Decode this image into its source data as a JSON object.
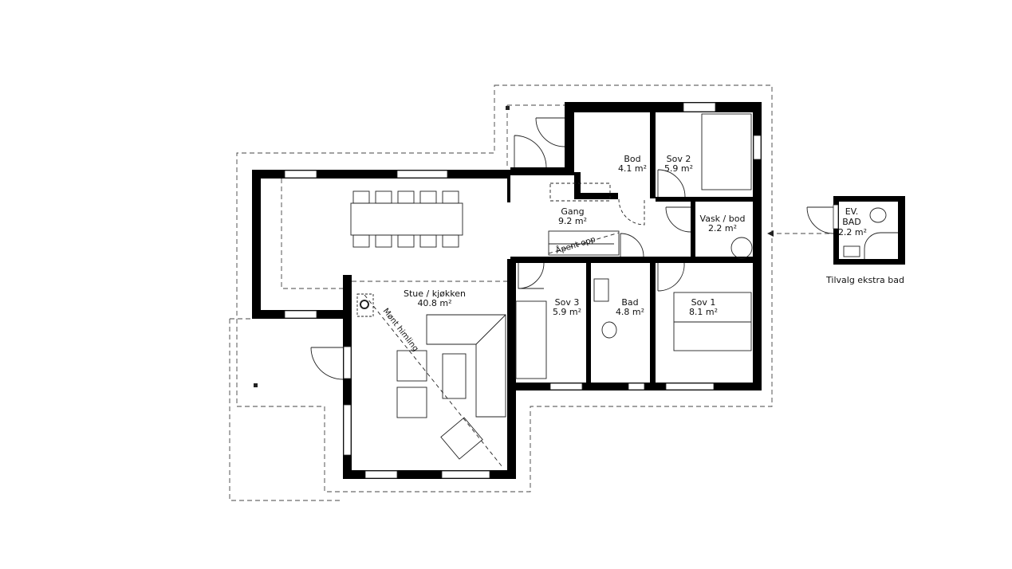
{
  "rooms": {
    "bod": {
      "name": "Bod",
      "area": "4.1 m²"
    },
    "sov2": {
      "name": "Sov 2",
      "area": "5.9 m²"
    },
    "gang": {
      "name": "Gang",
      "area": "9.2 m²"
    },
    "vask": {
      "name": "Vask / bod",
      "area": "2.2 m²"
    },
    "sov3": {
      "name": "Sov 3",
      "area": "5.9 m²"
    },
    "bad": {
      "name": "Bad",
      "area": "4.8 m²"
    },
    "sov1": {
      "name": "Sov 1",
      "area": "8.1 m²"
    },
    "stue": {
      "name": "Stue / kjøkken",
      "area": "40.8 m²"
    }
  },
  "annotations": {
    "open_above": "Åpent opp",
    "ridge_ceiling": "Mønt himling"
  },
  "extra_bath": {
    "line1": "EV.",
    "line2": "BAD",
    "area": "2.2 m²",
    "caption": "Tilvalg ekstra bad"
  }
}
